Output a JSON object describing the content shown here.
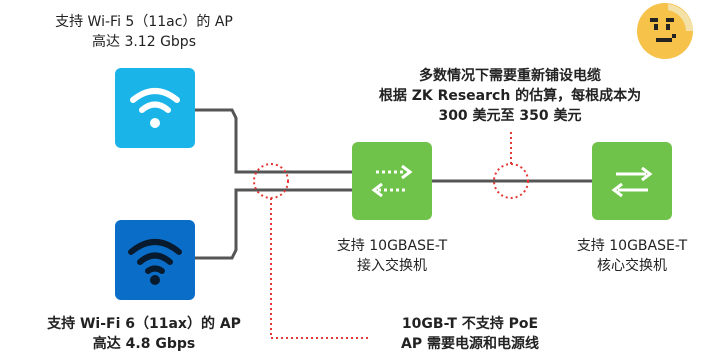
{
  "ap_wifi5": {
    "line1": "支持 Wi-Fi 5（11ac）的 AP",
    "line2": "高达 3.12 Gbps",
    "color": "#1ab4e8"
  },
  "ap_wifi6": {
    "line1": "支持 Wi-Fi 6（11ax）的 AP",
    "line2": "高达 4.8 Gbps",
    "color": "#0a6ec8"
  },
  "access_switch": {
    "line1": "支持 10GBASE-T",
    "line2": "接入交换机",
    "color": "#6fc24a"
  },
  "core_switch": {
    "line1": "支持 10GBASE-T",
    "line2": "核心交换机",
    "color": "#6fc24a"
  },
  "recabling_note": {
    "line1": "多数情况下需要重新铺设电缆",
    "line2": "根据 ZK Research 的估算，每根成本为",
    "line3": "300 美元至 350 美元"
  },
  "poe_note": {
    "line1": "10GB-T 不支持 PoE",
    "line2": "AP 需要电源和电源线"
  },
  "callout_color": "#e53935",
  "emoji_icon": "worried-face-icon",
  "wifi_icon": "wifi-icon",
  "switch_icon": "switch-arrows-icon"
}
